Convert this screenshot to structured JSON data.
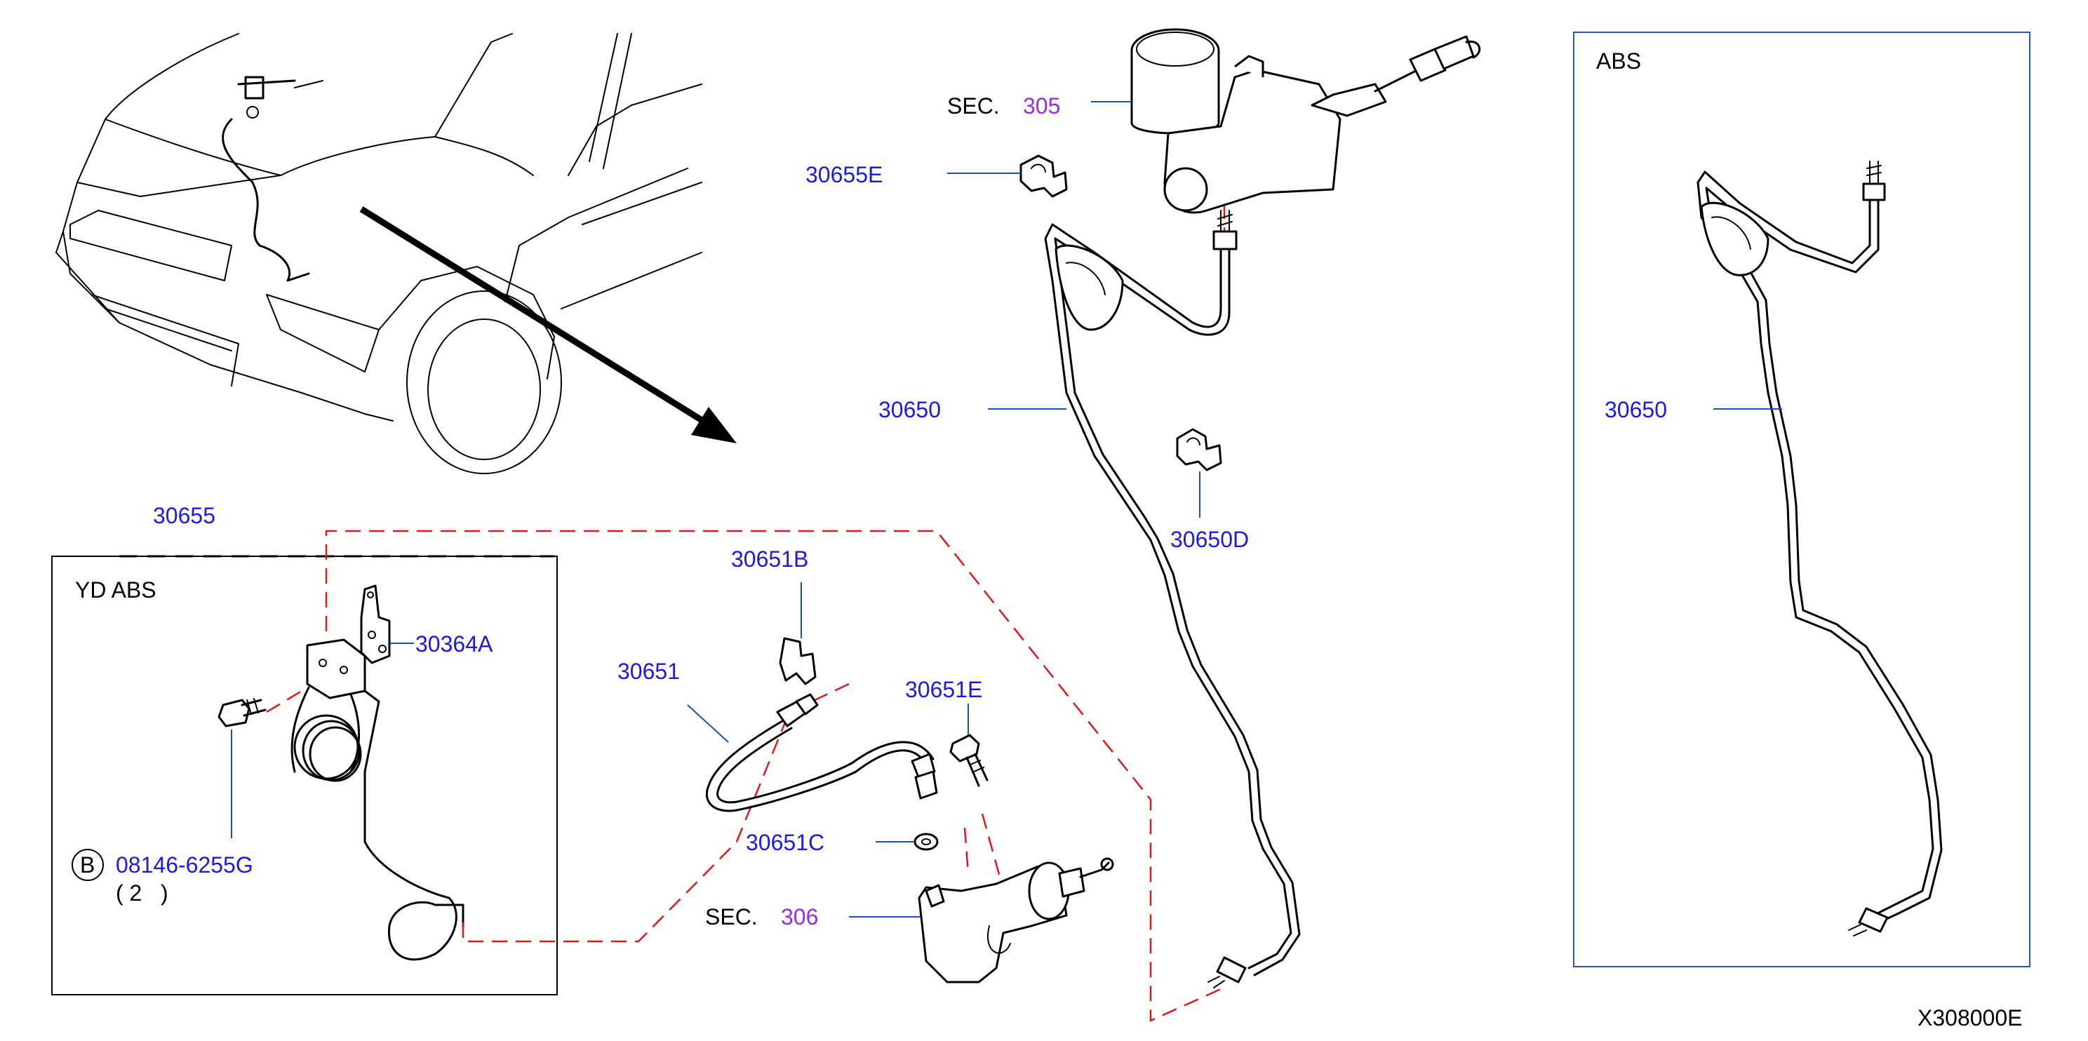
{
  "diagram_id": "X308000E",
  "colors": {
    "part_number": "#1a1ae6",
    "section_ref": "#9a2be2",
    "leader": "#1a50b4",
    "dashed_ref": "#e01818"
  },
  "left_inset": {
    "title": "YD   ABS"
  },
  "right_inset": {
    "title": "ABS"
  },
  "labels": {
    "sec_prefix": "SEC.",
    "sec_305": "305",
    "sec_306": "306",
    "p30655E": "30655E",
    "p30650_main": "30650",
    "p30650_abs": "30650",
    "p30650D": "30650D",
    "p30655": "30655",
    "p30651B": "30651B",
    "p30651": "30651",
    "p30651E": "30651E",
    "p30651C": "30651C",
    "p30364A": "30364A",
    "bolt": "08146-6255G",
    "bolt_callout": "B",
    "bolt_qty": "( 2   )"
  }
}
